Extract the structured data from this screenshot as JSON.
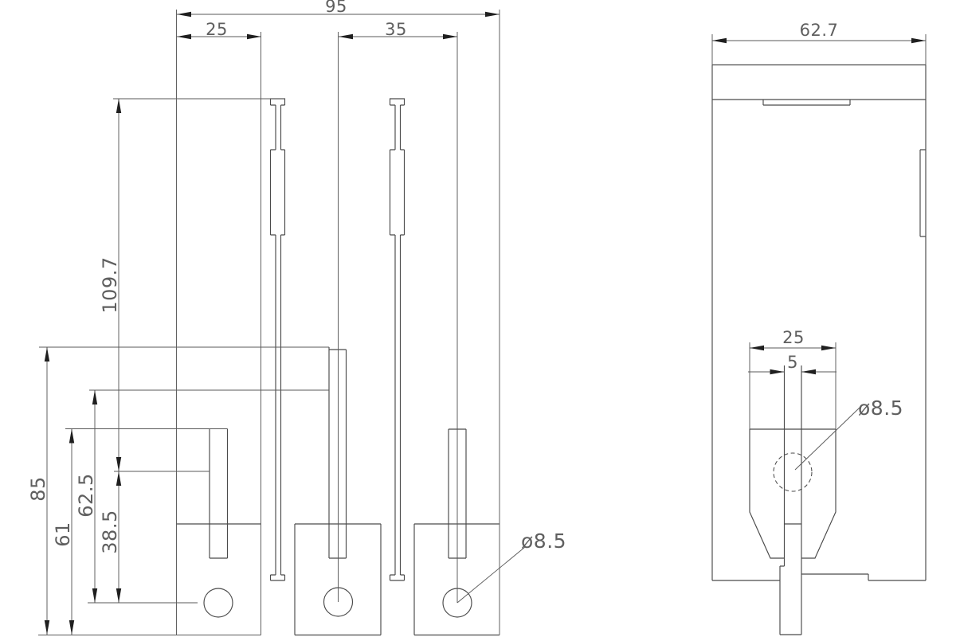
{
  "drawing": {
    "type": "cad-orthographic-2-view-technical-drawing",
    "background_color": "#ffffff",
    "line_color": "#4a4a4a",
    "arrow_color": "#1f1f1f",
    "text_color": "#5f5f5f",
    "front_view": {
      "dim_overall_width": "95",
      "dim_left_block_width": "25",
      "dim_hole_spacing": "35",
      "dim_pin_length": "109.7",
      "dim_overall_height": "85",
      "dim_tab_top_height": "61",
      "dim_bend_height": "62.5",
      "dim_hole_center_height": "38.5",
      "dim_hole_diameter": "ø8.5"
    },
    "side_view": {
      "dim_depth": "62.7",
      "dim_tab_width": "25",
      "dim_tab_thickness": "5",
      "dim_hole_diameter": "ø8.5"
    }
  }
}
